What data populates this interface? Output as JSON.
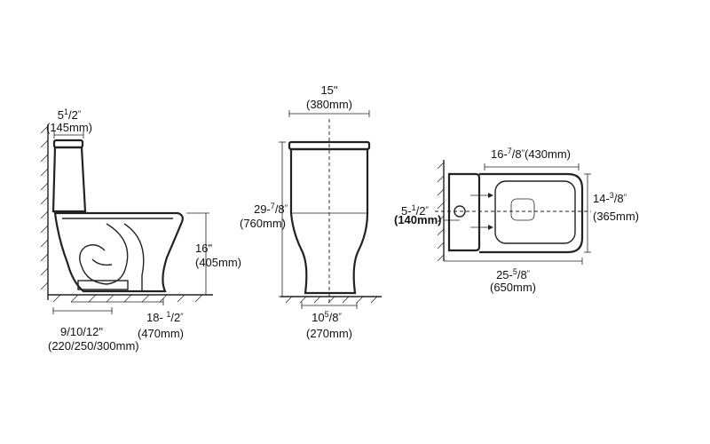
{
  "side_view": {
    "tank_depth": {
      "inch": "5",
      "sup": "1",
      "sub": "/2",
      "mark": "′′",
      "mm": "(145mm)"
    },
    "seat_height": {
      "inch": "16\"",
      "mm": "(405mm)"
    },
    "rough_in": {
      "inch": "9/10/12\"",
      "mm": "(220/250/300mm)"
    },
    "base_depth": {
      "inch": "18- ",
      "sup": "1",
      "sub": "/2",
      "mark": "′′",
      "mm": "(470mm)"
    }
  },
  "front_view": {
    "width": {
      "inch": "15\"",
      "mm": "(380mm)"
    },
    "height": {
      "inch": "29-",
      "sup": "7",
      "sub": "/8",
      "mark": "′′",
      "mm": "(760mm)"
    },
    "base_width": {
      "inch": "10",
      "sup": "5",
      "sub": "/8",
      "mark": "′′",
      "mm": "(270mm)"
    }
  },
  "top_view": {
    "bowl_length": {
      "inch": "16-",
      "sup": "7",
      "sub": "/8",
      "mark": "′′",
      "mm": "(430mm)"
    },
    "width": {
      "inch": "14-",
      "sup": "3",
      "sub": "/8",
      "mark": "′′",
      "mm": "(365mm)"
    },
    "outlet": {
      "inch": "5-",
      "sup": "1",
      "sub": "/2",
      "mark": "′′",
      "mm": "(140mm)"
    },
    "total_length": {
      "inch": "25-",
      "sup": "5",
      "sub": "/8",
      "mark": "\"",
      "mm": "(650mm)"
    }
  }
}
